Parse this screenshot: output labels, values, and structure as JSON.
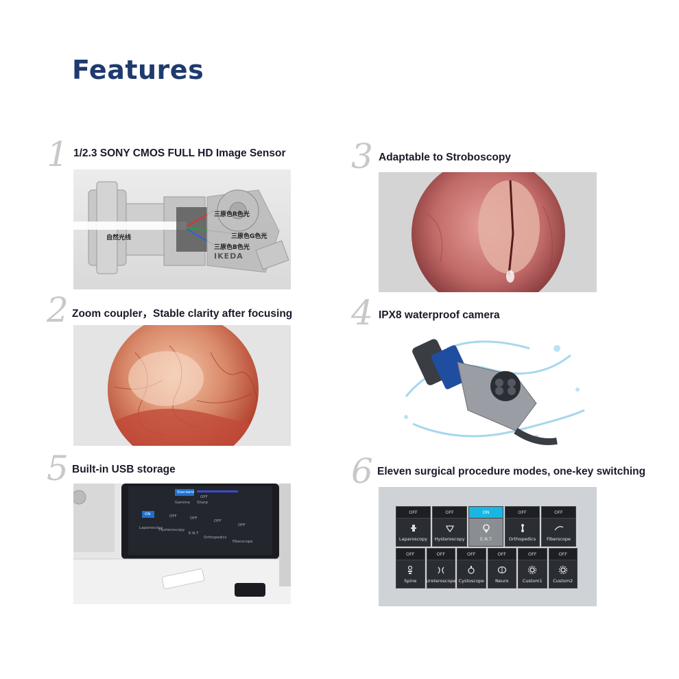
{
  "title": "Features",
  "features": [
    {
      "num": "1",
      "label": "1/2.3 SONY CMOS FULL HD Image Sensor"
    },
    {
      "num": "2",
      "label": "Zoom coupler，Stable clarity after focusing"
    },
    {
      "num": "3",
      "label": "Adaptable to Stroboscopy"
    },
    {
      "num": "4",
      "label": "IPX8 waterproof camera"
    },
    {
      "num": "5",
      "label": "Built-in USB storage"
    },
    {
      "num": "6",
      "label": "Eleven surgical procedure modes, one-key switching"
    }
  ],
  "sensor_diagram": {
    "natural_light": "自然光线",
    "r_label": "三原色R色光",
    "g_label": "三原色G色光",
    "b_label": "三原色B色光",
    "brand": "IKEDA"
  },
  "usb_screen": {
    "standard": "Standard",
    "labels": [
      "Gamma",
      "Sharp",
      "OFF",
      "ON",
      "OFF",
      "OFF",
      "OFF",
      "OFF",
      "Laparoscopy",
      "Hysteroscopy",
      "E.N.T",
      "Orthopedics",
      "Fiberscope"
    ]
  },
  "modes": {
    "row1": [
      {
        "state": "OFF",
        "name": "Laparoscopy",
        "icon": "laparoscopy-icon"
      },
      {
        "state": "OFF",
        "name": "Hysteroscopy",
        "icon": "hysteroscopy-icon"
      },
      {
        "state": "ON",
        "name": "E.N.T",
        "icon": "ent-icon"
      },
      {
        "state": "OFF",
        "name": "Orthopedics",
        "icon": "orthopedics-icon"
      },
      {
        "state": "OFF",
        "name": "Fiberscope",
        "icon": "fiberscope-icon"
      }
    ],
    "row2": [
      {
        "state": "OFF",
        "name": "Spine",
        "icon": "spine-icon"
      },
      {
        "state": "OFF",
        "name": "Ureteroscope",
        "icon": "ureteroscope-icon"
      },
      {
        "state": "OFF",
        "name": "Cystoscope",
        "icon": "cystoscope-icon"
      },
      {
        "state": "OFF",
        "name": "Neuro",
        "icon": "neuro-icon"
      },
      {
        "state": "OFF",
        "name": "Custom1",
        "icon": "gear-icon"
      },
      {
        "state": "OFF",
        "name": "Custom2",
        "icon": "gear-icon"
      }
    ]
  },
  "colors": {
    "title": "#1f3a6e",
    "on_state": "#19b6e3"
  }
}
